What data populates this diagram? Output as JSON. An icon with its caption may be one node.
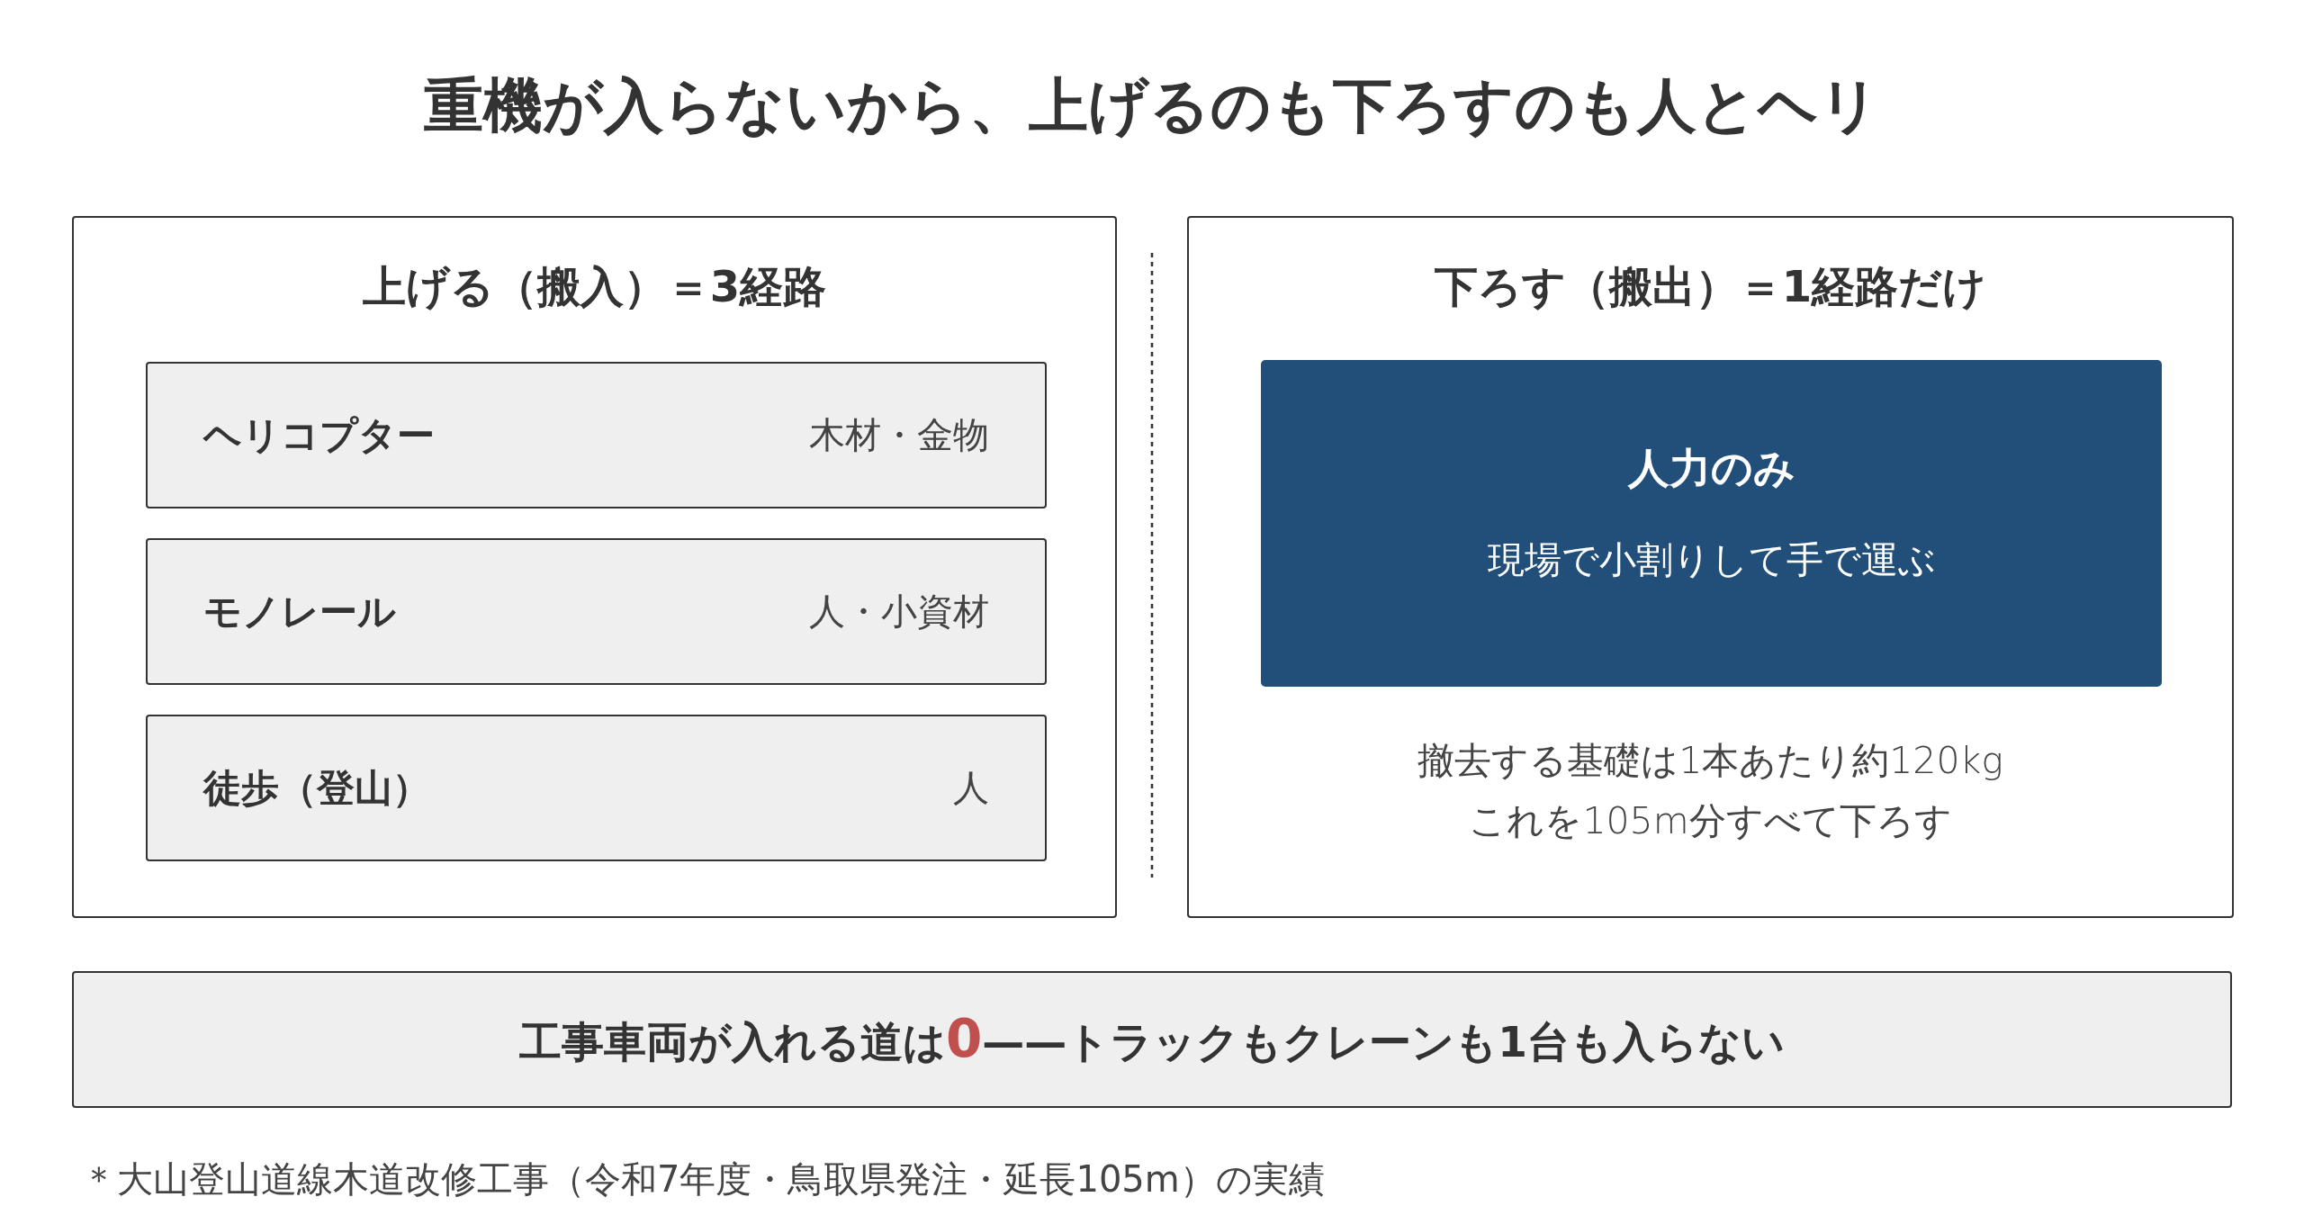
{
  "diagram": {
    "title": "重機が入らないから、上げるのも下ろすのも人とヘリ",
    "nodes": [
      {
        "text": [
          "上げる（搬入）＝3経路"
        ]
      },
      {
        "text": [
          "ヘリコプター",
          "木材・金物"
        ],
        "in": 0
      },
      {
        "text": [
          "モノレール",
          "人・小資材"
        ],
        "in": 0
      },
      {
        "text": [
          "徒歩（登山）",
          "人"
        ],
        "in": 0
      },
      {
        "text": [
          "下ろす（搬出）＝1経路だけ",
          "撤去する基礎は1本あたり約120kgこれを105m分すべて下ろす"
        ]
      },
      {
        "text": [
          "人力のみ",
          "現場で小割りして手で運ぶ"
        ],
        "in": 4
      },
      {
        "text": [
          "工事車両が入れる道は**0**——トラックもクレーンも1台も入らない"
        ]
      }
    ],
    "edges": [],
    "labels": [
      "＊大山登山道線木道改修工事（令和7年度・鳥取県発注・延長105m）の実績"
    ]
  }
}
